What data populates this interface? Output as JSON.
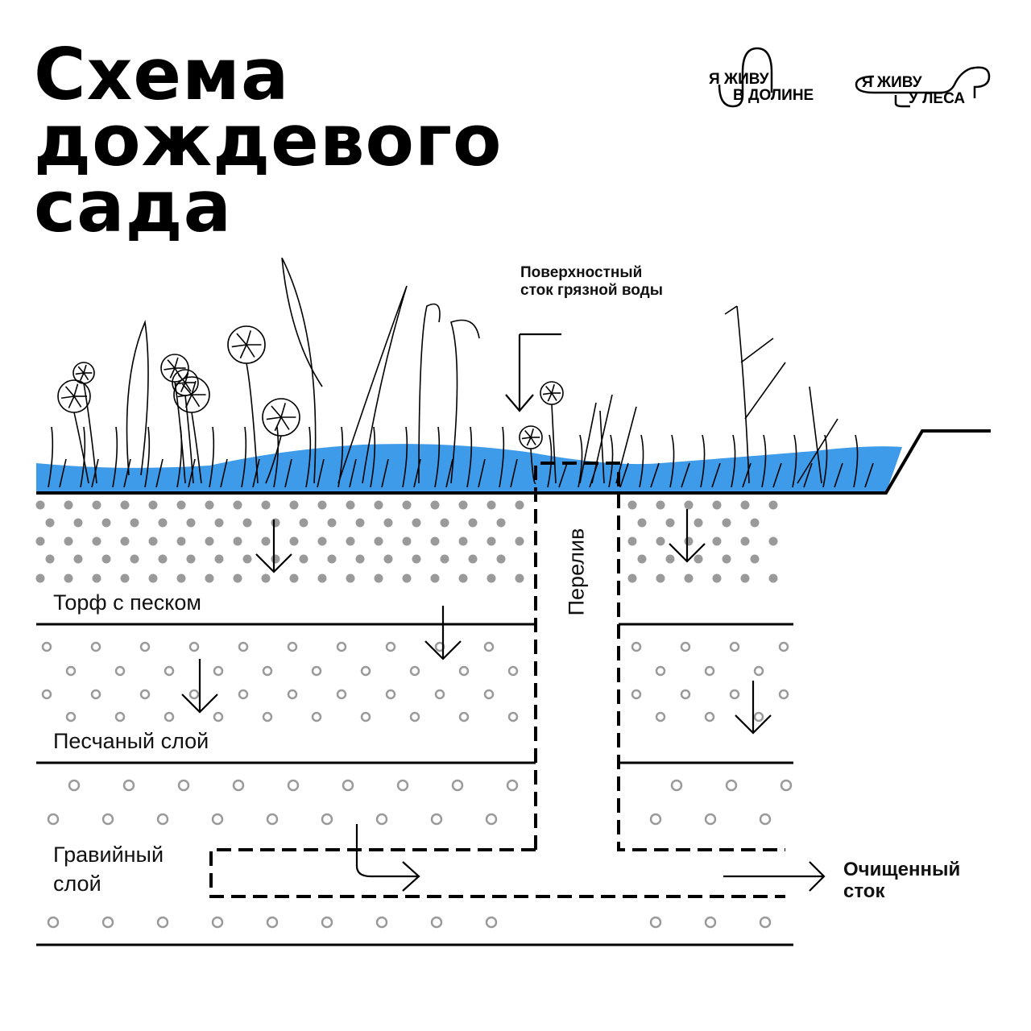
{
  "title": {
    "lines": [
      "Схема",
      "дождевого",
      "сада"
    ]
  },
  "logos": [
    {
      "line1": "Я ЖИВУ",
      "line2": "В ДОЛИНЕ"
    },
    {
      "line1": "Я ЖИВУ",
      "line2": "У ЛЕСА"
    }
  ],
  "labels": {
    "surface_runoff": [
      "Поверхностный",
      "сток грязной воды"
    ],
    "overflow": "Перелив",
    "peat_sand": "Торф с песком",
    "sand_layer": "Песчаный слой",
    "gravel_layer": [
      "Гравийный",
      "слой"
    ],
    "clean_runoff": [
      "Очищенный",
      "сток"
    ]
  },
  "colors": {
    "water": "#3d9be9",
    "dots": "#9a9a9a",
    "ink": "#000000"
  }
}
